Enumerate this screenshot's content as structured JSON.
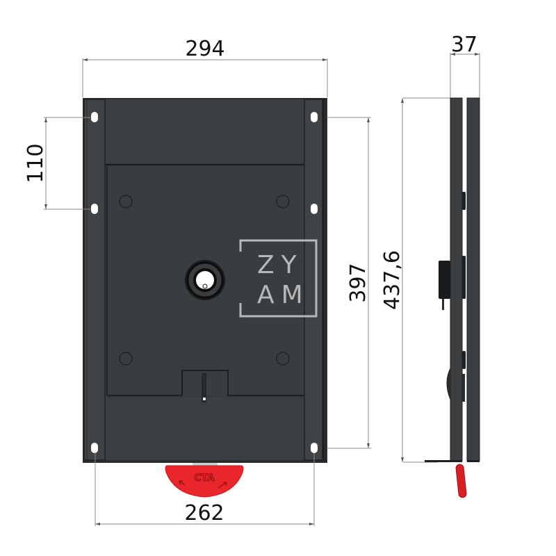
{
  "drawing": {
    "front_view": {
      "dimensions": {
        "overall_width": "294",
        "hole_spacing_width": "262",
        "hole_pitch_vertical": "110",
        "hole_span_height": "397"
      },
      "handle": {
        "label": "CTA",
        "color": "#e8262b"
      },
      "plate_color": "#3c3f42"
    },
    "side_view": {
      "dimensions": {
        "overall_depth": "37",
        "overall_height": "437,6"
      }
    },
    "watermark": {
      "line1": "ZY",
      "line2": "AM"
    }
  }
}
